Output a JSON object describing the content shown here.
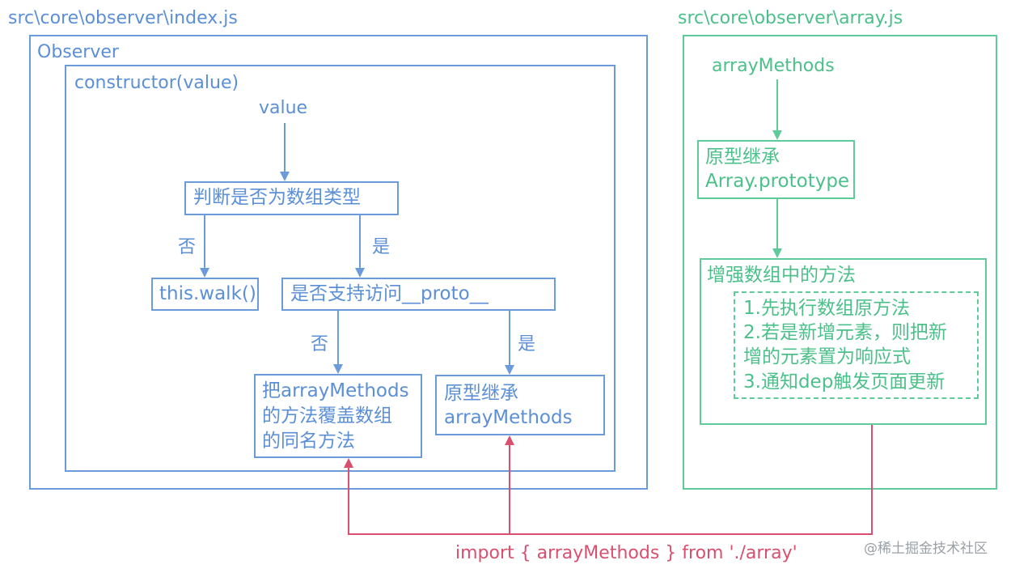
{
  "left": {
    "file_label": "src\\core\\observer\\index.js",
    "observer_label": "Observer",
    "constructor_label": "constructor(value)",
    "value_label": "value",
    "check_array": "判断是否为数组类型",
    "no_label_1": "否",
    "yes_label_1": "是",
    "walk": "this.walk()",
    "check_proto": "是否支持访问__proto__",
    "no_label_2": "否",
    "yes_label_2": "是",
    "override_line1": "把arrayMethods",
    "override_line2": "的方法覆盖数组",
    "override_line3": "的同名方法",
    "proto_inherit_line1": "原型继承",
    "proto_inherit_line2": "arrayMethods"
  },
  "right": {
    "file_label": "src\\core\\observer\\array.js",
    "array_methods_label": "arrayMethods",
    "inherit_line1": "原型继承",
    "inherit_line2": "Array.prototype",
    "enhance_title": "增强数组中的方法",
    "enhance_step1": "1.先执行数组原方法",
    "enhance_step2a": "2.若是新增元素，则把新",
    "enhance_step2b": "增的元素置为响应式",
    "enhance_step3": "3.通知dep触发页面更新"
  },
  "import_statement": "import { arrayMethods } from './array'",
  "watermark": "@稀土掘金技术社区",
  "colors": {
    "blue": "#6b9bd8",
    "green": "#5fcb9a",
    "red": "#d9506e"
  }
}
